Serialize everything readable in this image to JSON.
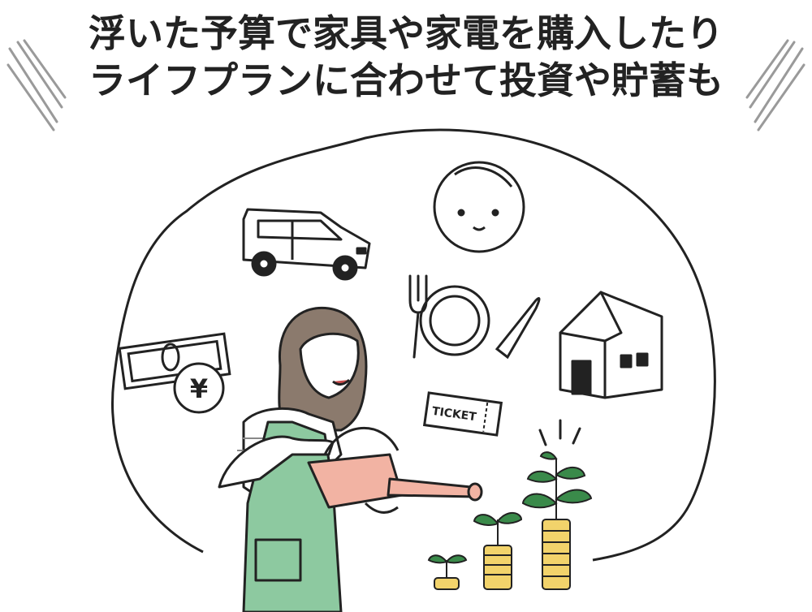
{
  "headline": {
    "line1": "浮いた予算で家具や家電を購入したり",
    "line2": "ライフプランに合わせて投資や貯蓄も"
  },
  "ticket": {
    "label": "TICKET"
  },
  "currency": {
    "symbol": "¥"
  },
  "icons": [
    "car-icon",
    "baby-face-icon",
    "cutlery-plate-icon",
    "house-icon",
    "banknote-icon",
    "yen-coin-icon",
    "ticket-icon",
    "coin-stack-sprout-icon"
  ],
  "colors": {
    "apron": "#8dc9a0",
    "watering_can": "#f2b3a3",
    "leaf": "#3a8a4a",
    "coin": "#f2d36b",
    "ink": "#222222"
  }
}
